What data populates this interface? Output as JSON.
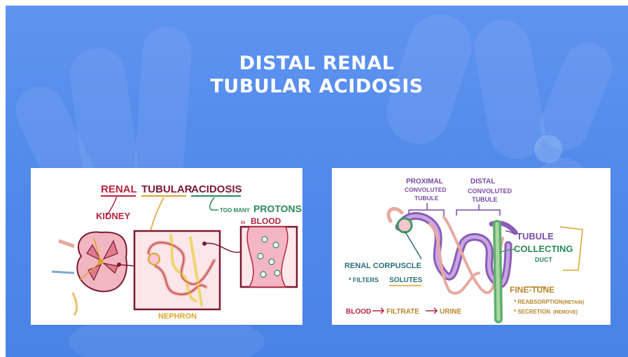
{
  "slide": {
    "title_line1": "DISTAL RENAL",
    "title_line2": "TUBULAR ACIDOSIS",
    "colors": {
      "background": "#5089ea",
      "title": "#ffffff",
      "panel": "#ffffff"
    }
  },
  "left_diagram": {
    "header": {
      "word1": "RENAL",
      "word2": "TUBULAR",
      "word3": "ACIDOSIS"
    },
    "kidney_label": "KIDNEY",
    "protons_label_prefix": "TOO MANY",
    "protons_label_main": "PROTONS",
    "blood_prefix": "in",
    "blood_label": "BLOOD",
    "nephron_label": "NEPHRON",
    "colors": {
      "red": "#b5263f",
      "green": "#2a8a5a",
      "gold": "#d9a42a",
      "kidney": "#f2b6c1",
      "box": "#7a1a30"
    }
  },
  "right_diagram": {
    "pct_label_line1": "PROXIMAL",
    "pct_label_line2": "CONVOLUTED",
    "pct_label_line3": "TUBULE",
    "dct_label_line1": "DISTAL",
    "dct_label_line2": "CONVOLUTED",
    "dct_label_line3": "TUBULE",
    "tubule_label": "TUBULE",
    "collecting_label": "COLLECTING",
    "duct_label": "DUCT",
    "corpuscle_label": "RENAL CORPUSCLE",
    "filters_label": "* FILTERS",
    "solutes_label": "SOLUTES",
    "flow_blood": "BLOOD",
    "flow_filtrate": "FILTRATE",
    "flow_urine": "URINE",
    "finetune_label": "FINE-TUNE",
    "reabsorption_label": "* REABSORPTION",
    "retain_label": "(RETAIN)",
    "secretion_label": "* SECRETION",
    "remove_label": "(REMOVE)",
    "colors": {
      "purple": "#7b4aa6",
      "teal": "#2a6f7a",
      "gold": "#b8862a",
      "red": "#b5263f",
      "green": "#3f9a5c"
    }
  }
}
